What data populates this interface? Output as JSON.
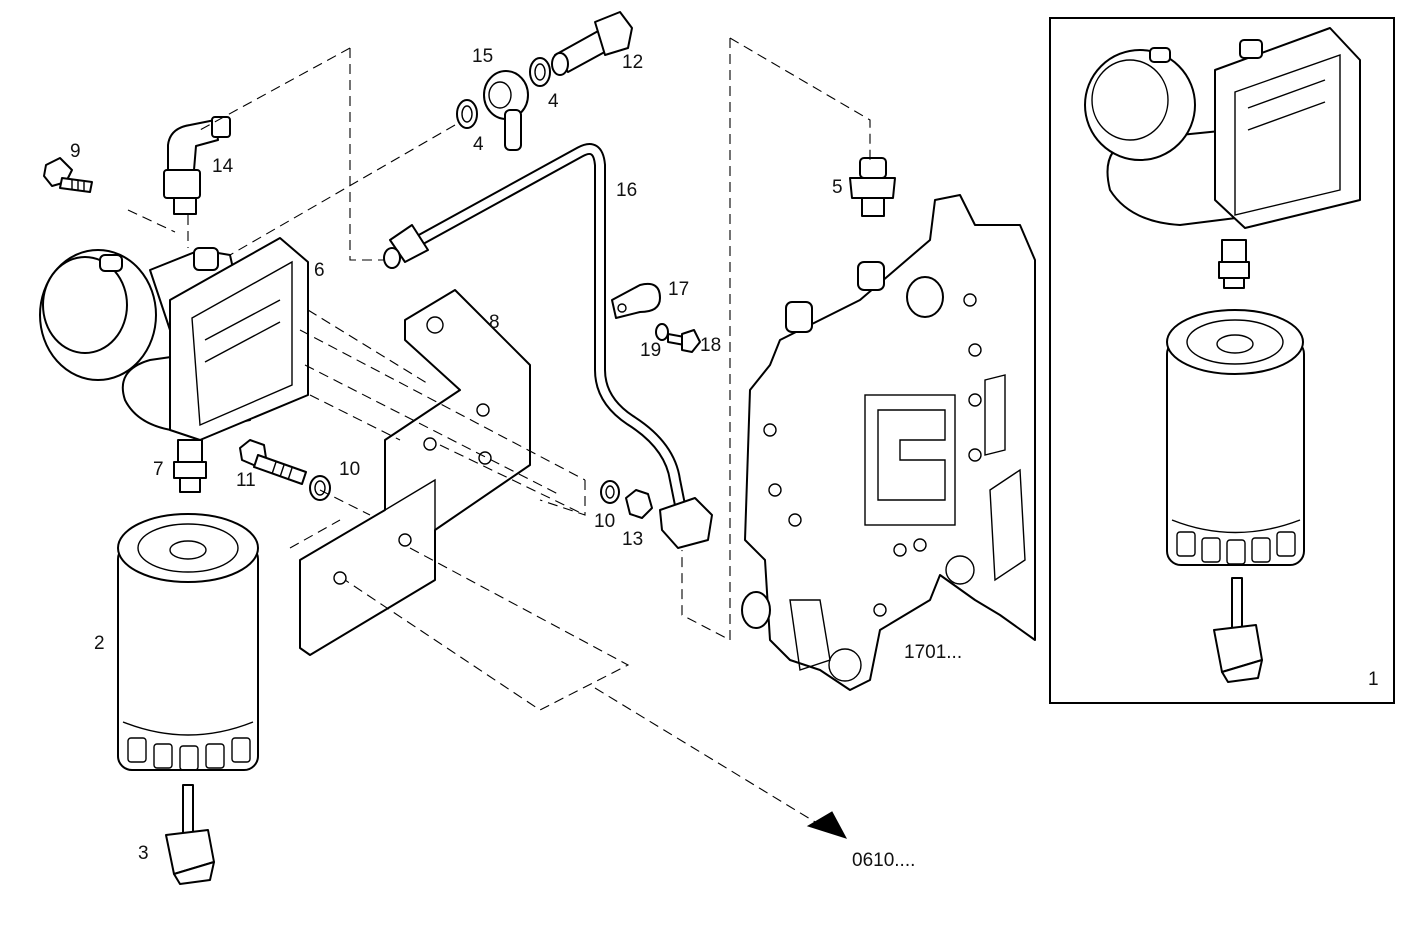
{
  "callouts": {
    "c1": "1",
    "c2": "2",
    "c3": "3",
    "c4a": "4",
    "c4b": "4",
    "c5": "5",
    "c6": "6",
    "c7": "7",
    "c8": "8",
    "c9": "9",
    "c10a": "10",
    "c10b": "10",
    "c11": "11",
    "c12": "12",
    "c13": "13",
    "c14": "14",
    "c15": "15",
    "c16": "16",
    "c17": "17",
    "c18": "18",
    "c19": "19"
  },
  "references": {
    "engine_ref": "1701...",
    "continuation_ref": "0610...."
  },
  "icons": [
    "arrow-right-down-icon"
  ]
}
